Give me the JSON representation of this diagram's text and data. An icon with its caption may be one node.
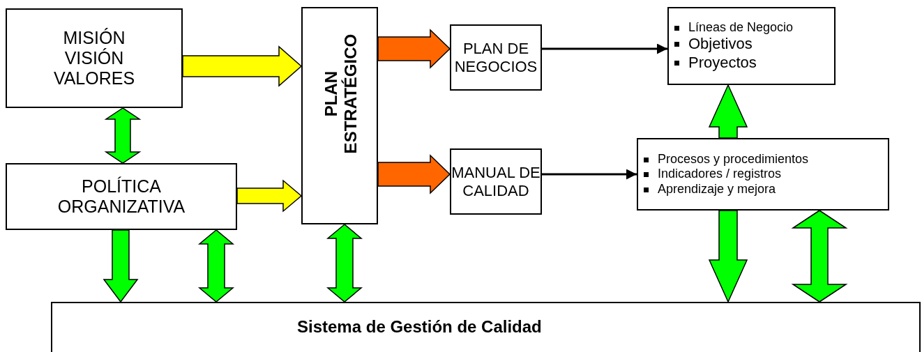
{
  "diagram": {
    "nodes": [
      {
        "text": [
          "MISIÓN VISIÓN VALORES"
        ]
      },
      {
        "text": [
          "POLÍTICA ORGANIZATIVA"
        ]
      },
      {
        "text": [
          "PLAN ESTRATÉGICO"
        ]
      },
      {
        "text": [
          "PLAN DE NEGOCIOS"
        ]
      },
      {
        "text": [
          "MANUAL DE CALIDAD"
        ]
      },
      {
        "text": [
          "Líneas de Negocio",
          "Objetivos",
          "Proyectos"
        ]
      },
      {
        "text": [
          "Procesos y procedimientos",
          "Indicadores / registros",
          "Aprendizaje y mejora"
        ]
      },
      {
        "text": [
          "Sistema de Gestión de Calidad"
        ]
      }
    ],
    "edges": [
      {
        "from": 0,
        "to": 2,
        "arrow": "to",
        "color": "#ffff00"
      },
      {
        "from": 1,
        "to": 2,
        "arrow": "to",
        "color": "#ffff00"
      },
      {
        "from": 0,
        "to": 1,
        "arrow": "both"
      },
      {
        "from": 2,
        "to": 3,
        "arrow": "to",
        "color": "#ff6600"
      },
      {
        "from": 2,
        "to": 4,
        "arrow": "to",
        "color": "#ff6600"
      },
      {
        "from": 3,
        "to": 5,
        "arrow": "to",
        "color": "#000000"
      },
      {
        "from": 4,
        "to": 6,
        "arrow": "to",
        "color": "#000000"
      },
      {
        "from": 6,
        "to": 5,
        "arrow": "to"
      },
      {
        "from": 6,
        "to": 7,
        "arrow": "to"
      },
      {
        "from": 6,
        "to": 7,
        "arrow": "both"
      },
      {
        "from": 1,
        "to": 7,
        "arrow": "to"
      },
      {
        "from": 1,
        "to": 7,
        "arrow": "both"
      },
      {
        "from": 2,
        "to": 7,
        "arrow": "both"
      }
    ]
  }
}
